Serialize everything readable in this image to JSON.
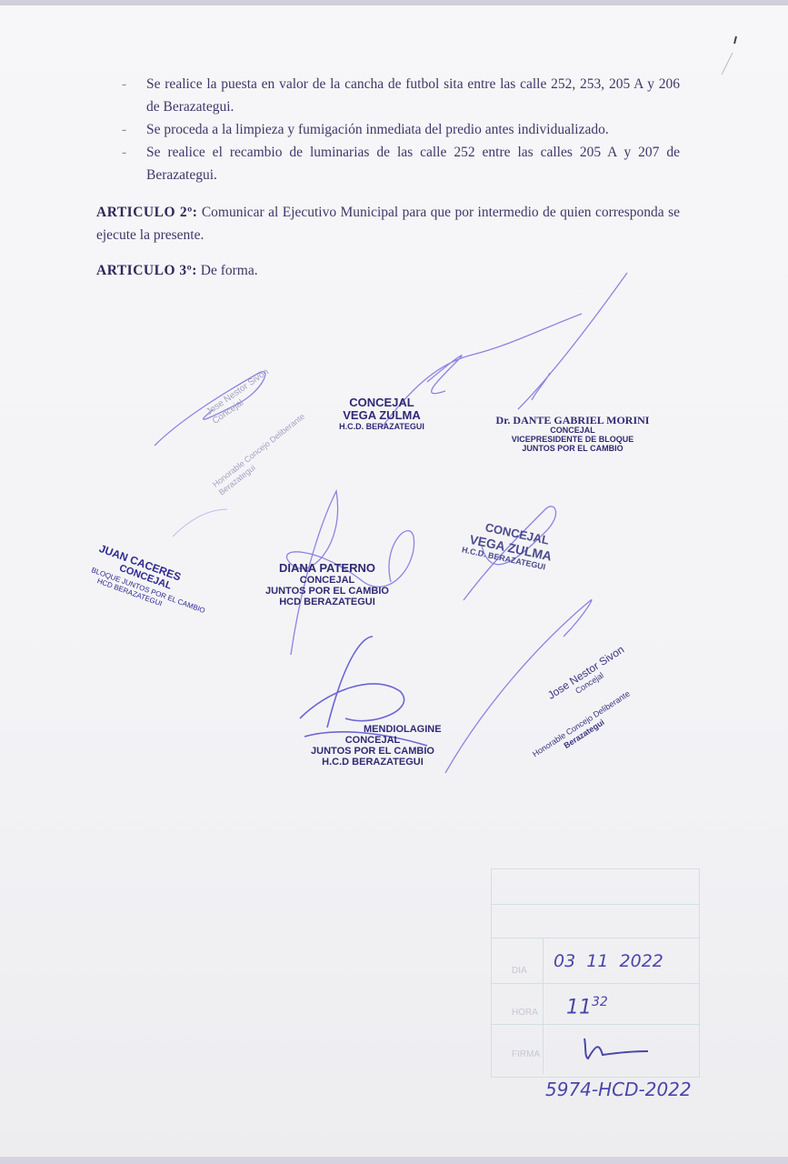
{
  "bullets": [
    "Se realice la puesta en valor de la cancha de futbol sita entre las calle 252, 253, 205 A y 206 de Berazategui.",
    "Se proceda a la limpieza y fumigación inmediata del predio antes individualizado.",
    "Se realice el recambio de luminarias de las calle 252 entre las calles 205 A y 207 de Berazategui."
  ],
  "bullet_marker": "-",
  "articles": [
    {
      "heading": "ARTICULO 2º:",
      "text": "Comunicar al Ejecutivo Municipal para que por intermedio de quien corresponda se ejecute la presente."
    },
    {
      "heading": "ARTICULO 3º:",
      "text": "De forma."
    }
  ],
  "stamps": {
    "sivon_faint": {
      "name": "Jose Nestor Sivon",
      "role": "Concejal",
      "org1": "Honorable Concejo Deliberante",
      "org2": "Berazategui"
    },
    "vega_1": {
      "line1": "CONCEJAL",
      "line2": "VEGA ZULMA",
      "line3": "H.C.D. BERAZATEGUI"
    },
    "morini": {
      "line1": "Dr. DANTE GABRIEL MORINI",
      "line2": "CONCEJAL",
      "line3": "VICEPRESIDENTE DE BLOQUE",
      "line4": "JUNTOS POR EL CAMBIO"
    },
    "caceres": {
      "line1": "JUAN CACERES",
      "line2": "CONCEJAL",
      "line3": "BLOQUE JUNTOS POR EL CAMBIO",
      "line4": "HCD BERAZATEGUI"
    },
    "paterno": {
      "line1": "DIANA PATERNO",
      "line2": "CONCEJAL",
      "line3": "JUNTOS POR EL CAMBIO",
      "line4": "HCD BERAZATEGUI"
    },
    "vega_2": {
      "line1": "CONCEJAL",
      "line2": "VEGA ZULMA",
      "line3": "H.C.D. BERAZATEGUI"
    },
    "mendiolagine": {
      "line1": "MENDIOLAGINE",
      "line2": "CONCEJAL",
      "line3": "JUNTOS POR EL CAMBIO",
      "line4": "H.C.D BERAZATEGUI"
    },
    "sivon": {
      "name": "Jose Nestor Sivon",
      "role": "Concejal",
      "org1": "Honorable Concejo Deliberante",
      "org2": "Berazategui"
    }
  },
  "registry": {
    "labels": [
      "DIA",
      "HORA",
      "FIRMA"
    ],
    "date": "03  11  2022",
    "time": "11",
    "time_sup": "32",
    "entry_number": "5974-HCD-2022"
  },
  "colors": {
    "ink": "#3e3769",
    "stamp": "#2f2a72",
    "signature": "#5a4fd0"
  }
}
